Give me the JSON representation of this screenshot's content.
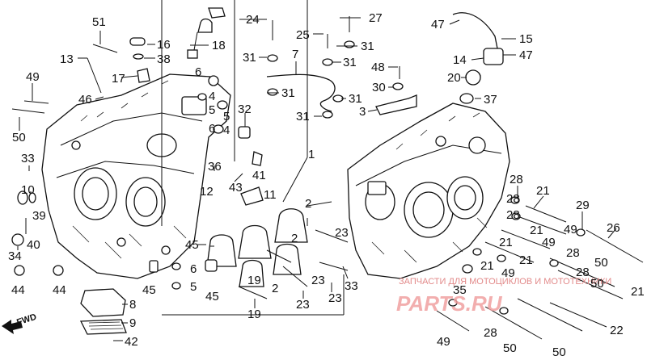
{
  "diagram": {
    "callouts": {
      "n51": "51",
      "n16": "16",
      "n38": "38",
      "n13": "13",
      "n17": "17",
      "n18": "18",
      "n24": "24",
      "n27": "27",
      "n25": "25",
      "n31a": "31",
      "n31b": "31",
      "n7": "7",
      "n31c": "31",
      "n48": "48",
      "n31d": "31",
      "n30": "30",
      "n31e": "31",
      "n31f": "31",
      "n3": "3",
      "n47a": "47",
      "n15": "15",
      "n14": "14",
      "n47b": "47",
      "n20": "20",
      "n37": "37",
      "n49a": "49",
      "n46": "46",
      "n6a": "6",
      "n4a": "4",
      "n5a": "5",
      "n5b": "5",
      "n6b": "6",
      "n4b": "4",
      "n32": "32",
      "n50a": "50",
      "n33a": "33",
      "n10": "10",
      "n39": "39",
      "n36": "36",
      "n12": "12",
      "n41": "41",
      "n43": "43",
      "n11": "11",
      "n1": "1",
      "n40": "40",
      "n34": "34",
      "n44a": "44",
      "n44b": "44",
      "n45a": "45",
      "n6c": "6",
      "n5c": "5",
      "n45b": "45",
      "n8": "8",
      "n9": "9",
      "n42": "42",
      "n2a": "2",
      "n23a": "23",
      "n2b": "2",
      "n23b": "23",
      "n33b": "33",
      "n45c": "45",
      "n19a": "19",
      "n19b": "19",
      "n23c": "23",
      "n23d": "23",
      "n28a": "28",
      "n21a": "21",
      "n28b": "28",
      "n29": "29",
      "n28c": "28",
      "n49b": "49",
      "n26": "26",
      "n21b": "21",
      "n49c": "49",
      "n21c": "21",
      "n21d": "21",
      "n50b": "50",
      "n28d": "28",
      "n21e": "21",
      "n49d": "49",
      "n28e": "28",
      "n50c": "50",
      "n21f": "21",
      "n22": "22",
      "n49e": "49",
      "n28f": "28",
      "n50d": "50",
      "n50e": "50",
      "n35": "35",
      "n2c": "2"
    },
    "fwd_label": "FWD",
    "watermark_text": "ЗАПЧАСТИ ДЛЯ МОТОЦИКЛОВ И МОТОТЕХНИКИ",
    "watermark_brand": "PARTS.RU"
  }
}
